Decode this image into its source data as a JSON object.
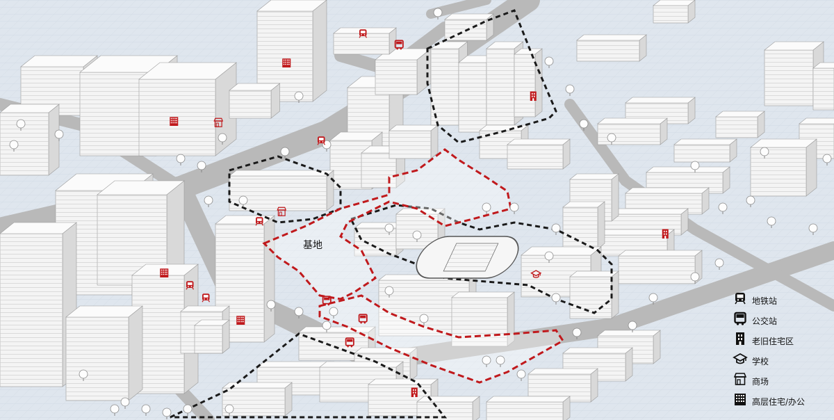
{
  "site_label": "基地",
  "legend": [
    {
      "icon": "metro-icon",
      "label": "地铁站"
    },
    {
      "icon": "bus-icon",
      "label": "公交站"
    },
    {
      "icon": "old-residential-icon",
      "label": "老旧住宅区"
    },
    {
      "icon": "school-icon",
      "label": "学校"
    },
    {
      "icon": "mall-icon",
      "label": "商场"
    },
    {
      "icon": "highrise-icon",
      "label": "高层住宅/办公"
    }
  ],
  "colors": {
    "site_boundary": "#c0191c",
    "zone_boundary": "#1a1a1a",
    "marker": "#c0191c",
    "ground": "#dfe6ee",
    "road": "#b5b5b5",
    "building": "#f4f4f4"
  },
  "markers": [
    {
      "icon": "metro-icon"
    },
    {
      "icon": "metro-icon"
    },
    {
      "icon": "metro-icon"
    },
    {
      "icon": "metro-icon"
    },
    {
      "icon": "metro-icon"
    },
    {
      "icon": "bus-icon"
    },
    {
      "icon": "bus-icon"
    },
    {
      "icon": "bus-icon"
    },
    {
      "icon": "bus-icon"
    },
    {
      "icon": "old-residential-icon"
    },
    {
      "icon": "old-residential-icon"
    },
    {
      "icon": "old-residential-icon"
    },
    {
      "icon": "school-icon"
    },
    {
      "icon": "mall-icon"
    },
    {
      "icon": "mall-icon"
    },
    {
      "icon": "highrise-icon"
    },
    {
      "icon": "highrise-icon"
    },
    {
      "icon": "highrise-icon"
    },
    {
      "icon": "highrise-icon"
    }
  ]
}
